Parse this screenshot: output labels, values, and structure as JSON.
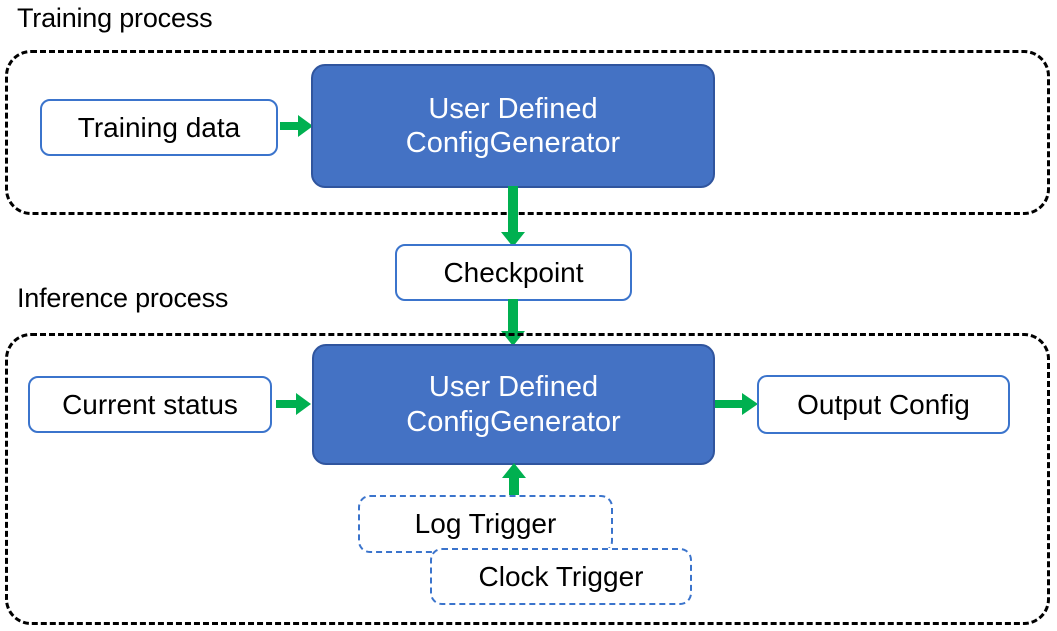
{
  "diagram": {
    "title_training": "Training process",
    "title_inference": "Inference process",
    "colors": {
      "primary_fill": "#4472C4",
      "primary_border": "#30559E",
      "node_border": "#3B74CC",
      "arrow": "#00B050",
      "group_border": "#000000",
      "text_dark": "#000000",
      "text_light": "#FFFFFF"
    },
    "nodes": {
      "training_data": "Training data",
      "train_generator_line1": "User Defined",
      "train_generator_line2": "ConfigGenerator",
      "checkpoint": "Checkpoint",
      "current_status": "Current status",
      "infer_generator_line1": "User Defined",
      "infer_generator_line2": "ConfigGenerator",
      "output_config": "Output Config",
      "log_trigger": "Log Trigger",
      "clock_trigger": "Clock Trigger"
    },
    "edges": [
      {
        "from": "Training data",
        "to": "User Defined ConfigGenerator",
        "direction": "right"
      },
      {
        "from": "User Defined ConfigGenerator",
        "to": "Checkpoint",
        "direction": "down"
      },
      {
        "from": "Checkpoint",
        "to": "User Defined ConfigGenerator",
        "direction": "down"
      },
      {
        "from": "Current status",
        "to": "User Defined ConfigGenerator",
        "direction": "right"
      },
      {
        "from": "User Defined ConfigGenerator",
        "to": "Output Config",
        "direction": "right"
      },
      {
        "from": "Log Trigger",
        "to": "User Defined ConfigGenerator",
        "direction": "up"
      }
    ]
  }
}
